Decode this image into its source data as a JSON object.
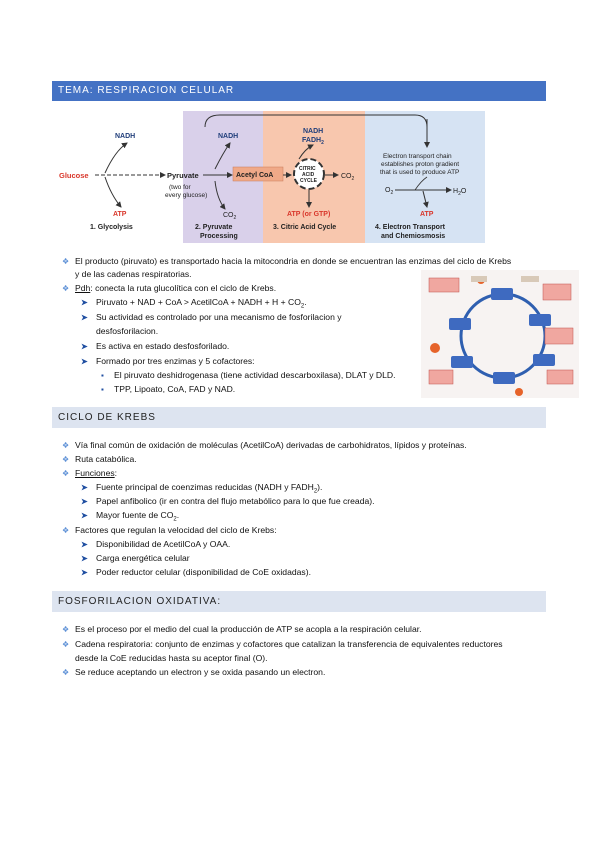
{
  "heading_main": "TEMA: RESPIRACION CELULAR",
  "overview_diagram": {
    "nadh": "NADH",
    "fadh2": "FADH",
    "fadh2_sub": "2",
    "glucose": "Glucose",
    "pyruvate": "Pyruvate",
    "two_for": "(two for",
    "every_glucose": "every glucose)",
    "acetyl_coa": "Acetyl CoA",
    "citric": "CITRIC",
    "acid": "ACID",
    "cycle": "CYCLE",
    "co2": "CO",
    "co2_sub": "2",
    "atp": "ATP",
    "atp_gtp": "ATP (or GTP)",
    "etc1": "Electron transport chain",
    "etc2": "establishes proton gradient",
    "etc3": "that is used to produce ATP",
    "o2": "O",
    "o2_sub": "2",
    "h2o": "H",
    "h2o_sub": "2",
    "h2o_o": "O",
    "step1": "1. Glycolysis",
    "step2a": "2. Pyruvate",
    "step2b": "Processing",
    "step3": "3. Citric Acid Cycle",
    "step4a": "4. Electron Transport",
    "step4b": "and Chemiosmosis",
    "colors": {
      "glycolysis": "#5b8fd6",
      "pyruvate": "#c9b8e0",
      "citric": "#f6b89c",
      "etc": "#c6d8ee",
      "red": "#d9372b"
    }
  },
  "sec1": {
    "p1a": "El producto (piruvato) es transportado hacia la mitocondria en donde se encuentran las enzimas del ciclo de Krebs",
    "p1b": "y de las cadenas respiratorias.",
    "pdh_label": "Pdh",
    "pdh_text": ": conecta la ruta glucolítica con el ciclo de Krebs.",
    "a1": "Piruvato + NAD + CoA > AcetilCoA + NADH + H + CO",
    "a1_sub": "2",
    "a1_end": ".",
    "a2a": "Su actividad es controlado por una mecanismo de fosforilacion y",
    "a2b": "desfosforilacion.",
    "a3": "Es activa en estado desfosforilado.",
    "a4": "Formado por tres enzimas y 5 cofactores:",
    "s1": "El piruvato deshidrogenasa (tiene actividad descarboxilasa), DLAT y DLD.",
    "s2": "TPP, Lipoato, CoA, FAD y NAD."
  },
  "sec2": {
    "heading": "CICLO DE KREBS",
    "p1": "Vía final común de oxidación de moléculas (AcetilCoA) derivadas de carbohidratos, lípidos y proteínas.",
    "p2": "Ruta catabólica.",
    "p3": "Funciones",
    "p3_end": ":",
    "f1": "Fuente principal de coenzimas reducidas (NADH y FADH",
    "f1_sub": "2",
    "f1_end": ").",
    "f2": "Papel anfibolico (ir en contra del flujo metabólico para lo que fue creada).",
    "f3": "Mayor fuente de CO",
    "f3_sub": "2",
    "f3_end": ".",
    "p4": "Factores que regulan la velocidad del ciclo de Krebs:",
    "r1": "Disponibilidad de AcetilCoA y OAA.",
    "r2": "Carga energética celular",
    "r3": "Poder reductor celular (disponibilidad de CoE oxidadas)."
  },
  "sec3": {
    "heading": "FOSFORILACION OXIDATIVA:",
    "p1": "Es el proceso por el medio del cual la producción de ATP se acopla a la respiración celular.",
    "p2a": "Cadena respiratoria: conjunto de enzimas y cofactores que catalizan la transferencia de equivalentes reductores",
    "p2b": "desde la CoE reducidas hasta su aceptor final (O).",
    "p3": "Se reduce aceptando un electron y se oxida pasando un electron."
  }
}
